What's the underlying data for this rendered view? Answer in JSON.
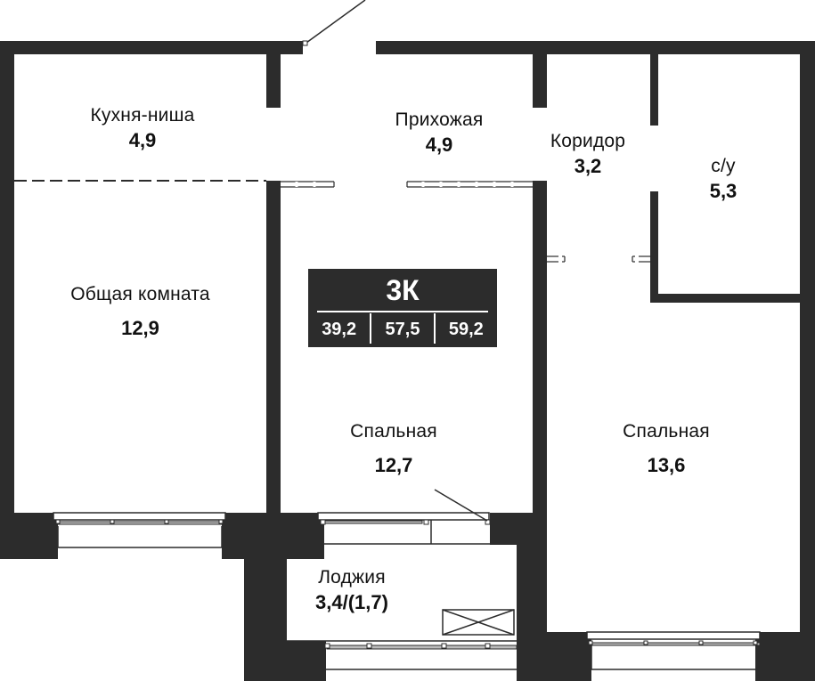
{
  "plan": {
    "type": "3К",
    "areas": [
      "39,2",
      "57,5",
      "59,2"
    ],
    "wall_color": "#2c2c2c"
  },
  "rooms": {
    "kitchen": {
      "name": "Кухня-ниша",
      "area": "4,9"
    },
    "hallway": {
      "name": "Прихожая",
      "area": "4,9"
    },
    "corridor": {
      "name": "Коридор",
      "area": "3,2"
    },
    "bathroom": {
      "name": "с/у",
      "area": "5,3"
    },
    "living": {
      "name": "Общая комната",
      "area": "12,9"
    },
    "bedroom1": {
      "name": "Спальная",
      "area": "12,7"
    },
    "bedroom2": {
      "name": "Спальная",
      "area": "13,6"
    },
    "loggia": {
      "name": "Лоджия",
      "area": "3,4/(1,7)"
    }
  }
}
